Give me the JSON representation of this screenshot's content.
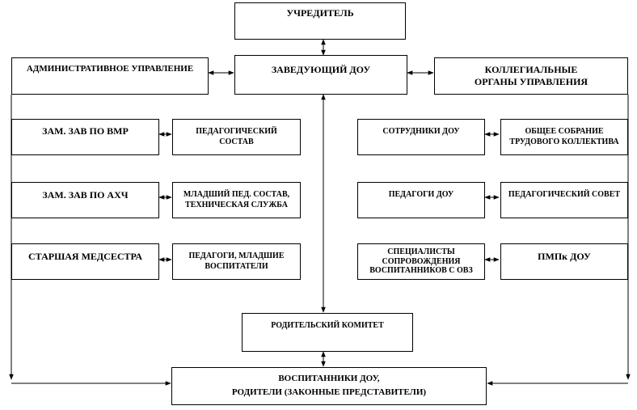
{
  "boxes": {
    "founder": "УЧРЕДИТЕЛЬ",
    "head": "ЗАВЕДУЮЩИЙ ДОУ",
    "admin": "АДМИНИСТРАТИВНОЕ УПРАВЛЕНИЕ",
    "collegial": "КОЛЛЕГИАЛЬНЫЕ ОРГАНЫ УПРАВЛЕНИЯ",
    "deputy_vmr": "ЗАМ. ЗАВ ПО ВМР",
    "ped_staff": "ПЕДАГОГИЧЕСКИЙ СОСТАВ",
    "deputy_ahch": "ЗАМ. ЗАВ ПО АХЧ",
    "junior_staff": "МЛАДШИЙ ПЕД. СОСТАВ, ТЕХНИЧЕСКАЯ СЛУЖБА",
    "head_nurse": "СТАРШАЯ МЕДСЕСТРА",
    "teachers_junior": "ПЕДАГОГИ, МЛАДШИЕ ВОСПИТАТЕЛИ",
    "employees": "СОТРУДНИКИ ДОУ",
    "general_meeting": "ОБЩЕЕ СОБРАНИЕ ТРУДОВОГО КОЛЛЕКТИВА",
    "teachers": "ПЕДАГОГИ ДОУ",
    "ped_council": "ПЕДАГОГИЧЕСКИЙ СОВЕТ",
    "specialists": "СПЕЦИАЛИСТЫ СОПРОВОЖДЕНИЯ ВОСПИТАННИКОВ С ОВЗ",
    "pmpk": "ПМПк ДОУ",
    "parent_committee": "РОДИТЕЛЬСКИЙ КОМИТЕТ",
    "pupils_line1": "ВОСПИТАННИКИ ДОУ,",
    "pupils_line2": "РОДИТЕЛИ (ЗАКОННЫЕ ПРЕДСТАВИТЕЛИ)"
  }
}
